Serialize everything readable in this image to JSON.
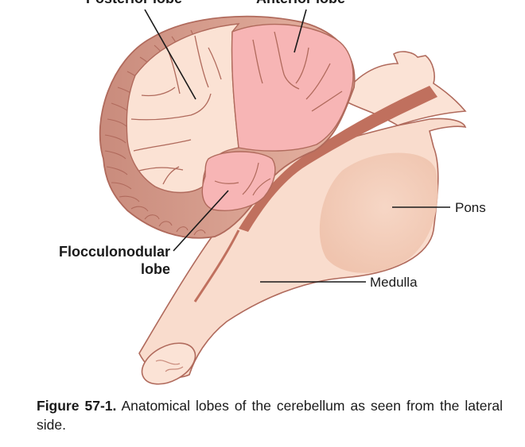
{
  "labels": {
    "posterior_lobe": "Posterior lobe",
    "anterior_lobe": "Anterior lobe",
    "flocculonodular_line1": "Flocculonodular",
    "flocculonodular_line2": "lobe",
    "pons": "Pons",
    "medulla": "Medulla"
  },
  "caption": {
    "number": "Figure 57-1.",
    "text": "Anatomical lobes of the cerebellum as seen from the lateral side."
  },
  "colors": {
    "outline": "#b06a5c",
    "cortex": "#fbe2d4",
    "anterior": "#f7b5b5",
    "folia": "#c98b7c",
    "brainstem": "#f9dccd",
    "pons": "#f4cdb9",
    "ventricle": "#c0705e"
  }
}
